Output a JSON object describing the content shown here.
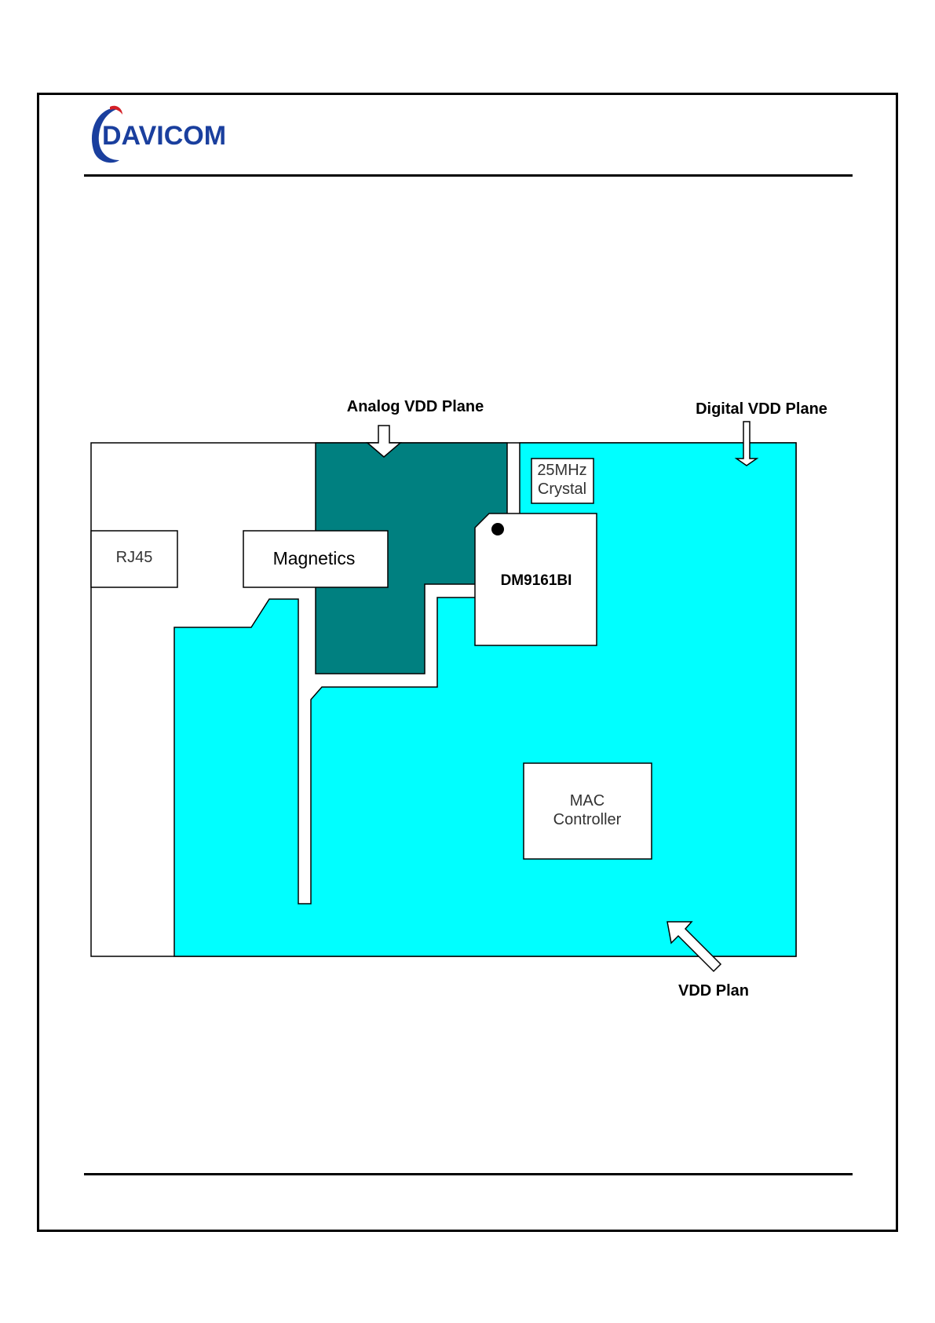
{
  "header": {
    "logo_text": "DAVICOM",
    "logo_colors": {
      "brand_blue": "#1a3f9e",
      "brand_red": "#d42027"
    }
  },
  "diagram": {
    "labels": {
      "analog_vdd_plane": "Analog VDD Plane",
      "digital_vdd_plane": "Digital VDD Plane",
      "vdd_plan": "VDD Plan"
    },
    "components": {
      "rj45": "RJ45",
      "magnetics": "Magnetics",
      "crystal_line1": "25MHz",
      "crystal_line2": "Crystal",
      "chip": "DM9161BI",
      "mac_line1": "MAC",
      "mac_line2": "Controller"
    },
    "colors": {
      "analog_plane": "#008080",
      "digital_plane": "#00ffff",
      "board": "#ffffff",
      "outline": "#000000"
    }
  }
}
